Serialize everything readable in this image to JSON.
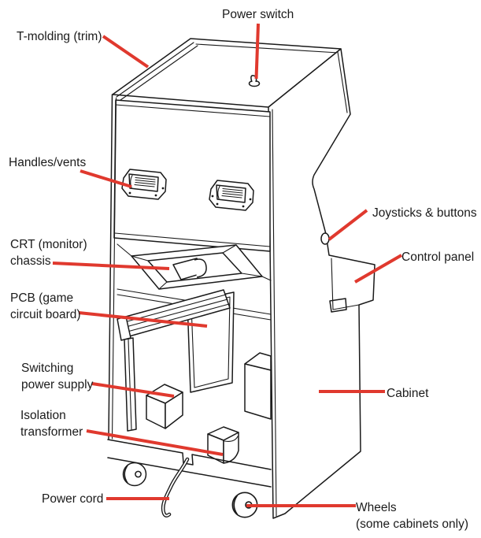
{
  "diagram": {
    "colors": {
      "annotation_line": "#e0392e",
      "ink": "#1b1b1b",
      "background": "#ffffff"
    },
    "labels": [
      {
        "id": "power-switch",
        "lines": [
          "Power switch"
        ]
      },
      {
        "id": "t-molding",
        "lines": [
          "T-molding (trim)"
        ]
      },
      {
        "id": "handles-vents",
        "lines": [
          "Handles/vents"
        ]
      },
      {
        "id": "crt-monitor-chassis",
        "lines": [
          "CRT (monitor)",
          "chassis"
        ]
      },
      {
        "id": "pcb-game-circuit-board",
        "lines": [
          "PCB (game",
          "circuit board)"
        ]
      },
      {
        "id": "switching-power-supply",
        "lines": [
          "Switching",
          "power supply"
        ]
      },
      {
        "id": "isolation-transformer",
        "lines": [
          "Isolation",
          "transformer"
        ]
      },
      {
        "id": "power-cord",
        "lines": [
          "Power cord"
        ]
      },
      {
        "id": "joysticks-and-buttons",
        "lines": [
          "Joysticks & buttons"
        ]
      },
      {
        "id": "control-panel",
        "lines": [
          "Control panel"
        ]
      },
      {
        "id": "cabinet",
        "lines": [
          "Cabinet"
        ]
      },
      {
        "id": "wheels",
        "lines": [
          "Wheels",
          "(some cabinets only)"
        ]
      }
    ]
  }
}
